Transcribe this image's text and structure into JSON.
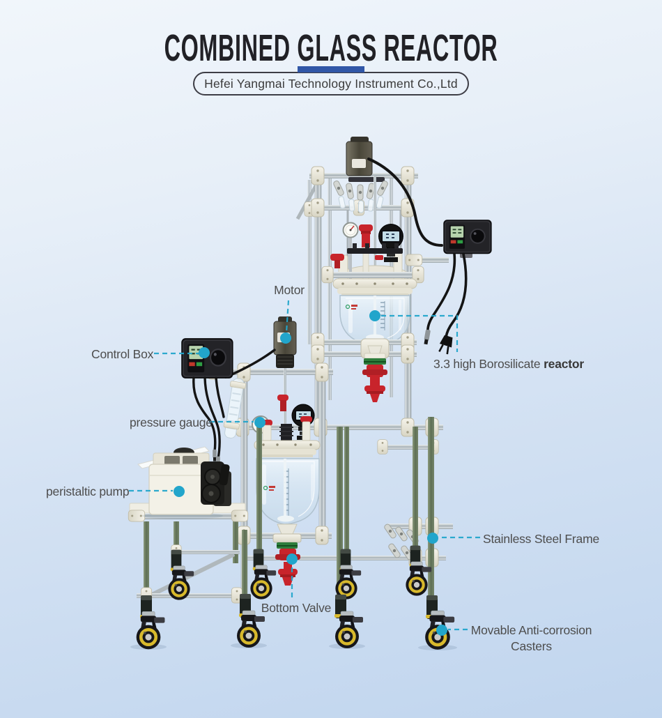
{
  "header": {
    "title": "COMBINED GLASS REACTOR",
    "company": "Hefei Yangmai Technology Instrument Co.,Ltd"
  },
  "labels": {
    "motor": {
      "text": "Motor"
    },
    "control_box": {
      "text": "Control Box"
    },
    "pressure_gauge": {
      "text": "pressure gauge"
    },
    "peristaltic_pump": {
      "text": "peristaltic pump"
    },
    "reactor": {
      "text": "3.3 high Borosilicate ",
      "text_bold": "reactor"
    },
    "frame": {
      "text": "Stainless Steel Frame"
    },
    "bottom_valve": {
      "text": "Bottom Valve"
    },
    "casters": {
      "line1": "Movable Anti-corrosion",
      "line2": "Casters"
    }
  },
  "icons": {
    "callout_dot": "filled-circle",
    "callout_line": "dashed-leader-line"
  },
  "colors": {
    "callout": "#22a5cb",
    "accent_bar": "#3157a7",
    "title_text": "#212126",
    "label_text": "#4d4d4d",
    "valve_red": "#c8242b",
    "caster_yellow": "#d8b92c",
    "steel": "#b9c0c4",
    "cream_fitting": "#ece9dc",
    "olive_leg": "#6d7e63",
    "background_top": "#f1f6fb",
    "background_bottom": "#c0d5ee"
  }
}
